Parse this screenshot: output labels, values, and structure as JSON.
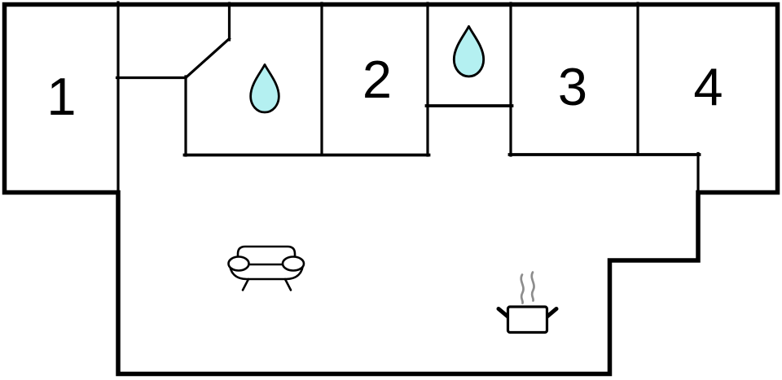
{
  "floorplan": {
    "rooms": [
      {
        "label": "1"
      },
      {
        "label": "2"
      },
      {
        "label": "3"
      },
      {
        "label": "4"
      }
    ],
    "icons": [
      {
        "name": "water-drop-icon",
        "location": "bathroom-large"
      },
      {
        "name": "water-drop-icon",
        "location": "bathroom-small"
      },
      {
        "name": "sofa-icon",
        "location": "living-area"
      },
      {
        "name": "cooking-pot-icon",
        "location": "kitchen-area"
      }
    ],
    "colors": {
      "wall": "#000000",
      "background": "#ffffff",
      "drop_fill": "#b4f0f1",
      "drop_stroke": "#000000",
      "steam": "#8d8d8d",
      "label": "#000000"
    }
  }
}
